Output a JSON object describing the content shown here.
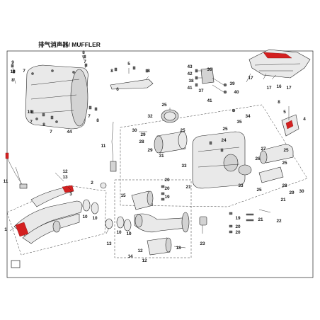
{
  "title": "排气消声器/ MUFFLER",
  "callouts": {
    "c1": "1",
    "c2": "2",
    "c3": "3",
    "c4": "4",
    "c5": "5",
    "c6": "6",
    "c7": "7",
    "c8": "8",
    "c9": "9",
    "c10": "10",
    "c11": "11",
    "c12": "12",
    "c13": "13",
    "c14": "14",
    "c15": "15",
    "c16": "16",
    "c17": "17",
    "c18": "18",
    "c19": "19",
    "c20": "20",
    "c21": "21",
    "c22": "22",
    "c23": "23",
    "c24": "24",
    "c25": "25",
    "c26": "26",
    "c27": "27",
    "c28": "28",
    "c29": "29",
    "c30": "30",
    "c31": "31",
    "c32": "32",
    "c33": "33",
    "c34": "34",
    "c35": "35",
    "c36": "36",
    "c37": "37",
    "c38": "38",
    "c39": "39",
    "c40": "40",
    "c41": "41",
    "c42": "42",
    "c43": "43",
    "c44": "44"
  },
  "colors": {
    "accent": "#d32020",
    "line": "#222222",
    "fill": "#e9e9e9"
  }
}
